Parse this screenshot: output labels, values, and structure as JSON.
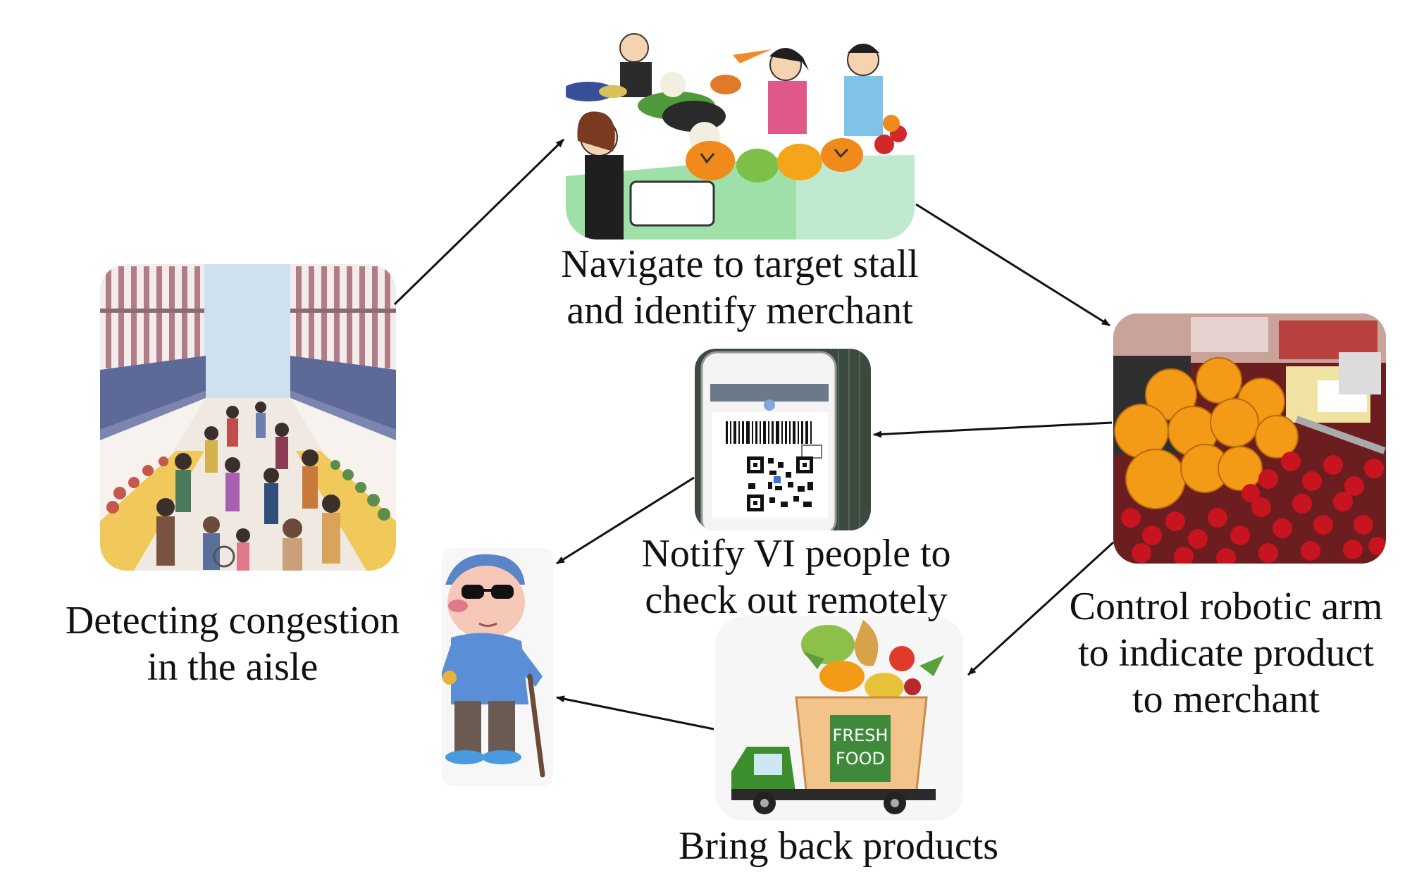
{
  "figure": {
    "nodes": [
      {
        "id": "market-aisle",
        "icon": "crowded-market-aisle-illustration",
        "caption": [
          "Detecting congestion",
          "in the aisle"
        ]
      },
      {
        "id": "vegetable-stall",
        "icon": "vegetable-stall-merchants-illustration",
        "caption": [
          "Navigate to target stall",
          "and identify merchant"
        ]
      },
      {
        "id": "fruit-shelf",
        "icon": "oranges-and-tomatoes-photo",
        "caption": [
          "Control robotic arm",
          "to indicate  product",
          "to  merchant"
        ]
      },
      {
        "id": "payment-code",
        "icon": "phone-barcode-qr-photo",
        "caption": [
          "Notify VI people to",
          "check out remotely"
        ]
      },
      {
        "id": "delivery-truck",
        "icon": "fresh-food-truck-illustration",
        "caption": [
          "Bring back products"
        ],
        "truck_label": [
          "FRESH",
          "FOOD"
        ]
      },
      {
        "id": "vi-person",
        "icon": "visually-impaired-person-with-cane-illustration",
        "caption": []
      }
    ],
    "colors": {
      "arrow": "#111111",
      "text": "#111111",
      "awning_stripe": "#b07d87",
      "orange": "#f39a16",
      "tomato": "#c8141e",
      "truck_green": "#3d8f2e",
      "crate": "#f3c48a"
    }
  }
}
